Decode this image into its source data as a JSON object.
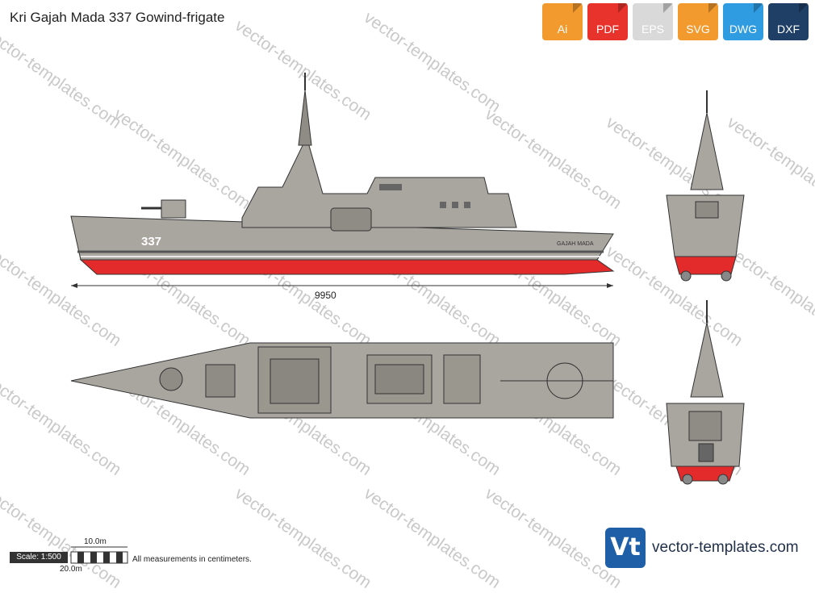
{
  "title": "Kri Gajah Mada 337 Gowind-frigate",
  "formats": [
    {
      "label": "Ai",
      "color": "#f29a2e"
    },
    {
      "label": "PDF",
      "color": "#e8332c"
    },
    {
      "label": "EPS",
      "color": "#e0e0e0"
    },
    {
      "label": "SVG",
      "color": "#f29a2e"
    },
    {
      "label": "DWG",
      "color": "#2f9be0"
    },
    {
      "label": "DXF",
      "color": "#1f3f66"
    }
  ],
  "watermark": "vector-templates.com",
  "ship": {
    "hull_number": "337",
    "name_on_hull": "GAJAH MADA",
    "length_dimension": "9950",
    "hull_color": "#a9a6a0",
    "waterline_color": "#e32b2b"
  },
  "scale": {
    "label": "Scale: 1:500",
    "tick_10": "10.0m",
    "tick_20": "20.0m"
  },
  "note": "All measurements in centimeters.",
  "brand": {
    "logo_text": "Vt",
    "site": "vector-templates.com"
  }
}
